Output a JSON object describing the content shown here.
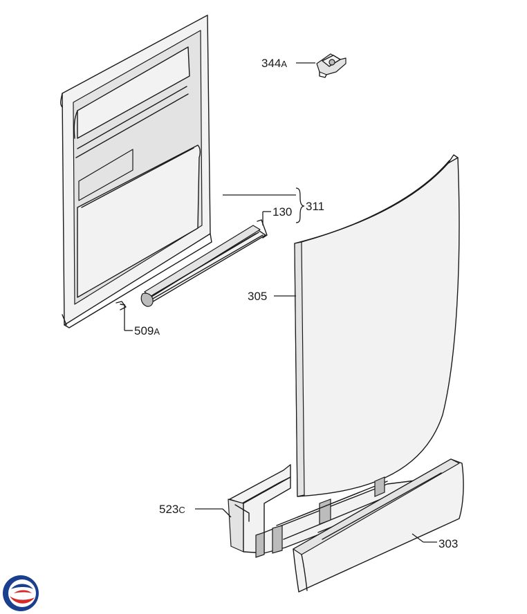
{
  "callouts": {
    "c344": {
      "num": "344",
      "suffix": "A"
    },
    "c311": {
      "num": "311",
      "suffix": ""
    },
    "c130": {
      "num": "130",
      "suffix": ""
    },
    "c305": {
      "num": "305",
      "suffix": ""
    },
    "c509": {
      "num": "509",
      "suffix": "A"
    },
    "c523": {
      "num": "523",
      "suffix": "C"
    },
    "c303": {
      "num": "303",
      "suffix": ""
    }
  },
  "colors": {
    "logo_blue": "#1b3f8f",
    "logo_red": "#d42a2a"
  },
  "logo": {
    "icon": "brand-swirl-logo"
  }
}
